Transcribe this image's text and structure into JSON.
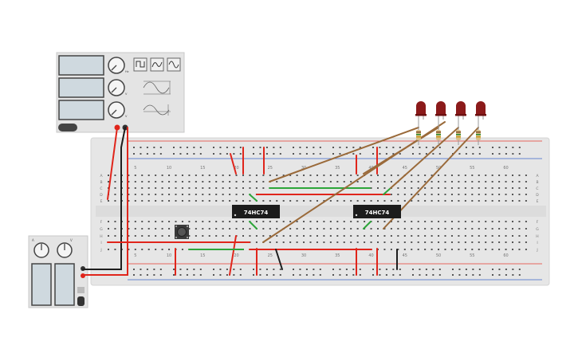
{
  "function_generator": {
    "waveforms": [
      "square",
      "triangle",
      "sine"
    ],
    "knob_labels": [
      "Hz",
      "V",
      "V"
    ]
  },
  "power_supply": {
    "knob_labels": [
      "A",
      "V"
    ]
  },
  "breadboard": {
    "column_numbers": [
      "5",
      "10",
      "15",
      "20",
      "25",
      "30",
      "35",
      "40",
      "45",
      "50",
      "55",
      "60"
    ],
    "row_letters_top": [
      "A",
      "B",
      "C",
      "D",
      "E"
    ],
    "row_letters_bottom": [
      "F",
      "G",
      "H",
      "I",
      "J"
    ]
  },
  "chips": [
    {
      "label": "74HC74"
    },
    {
      "label": "74HC74"
    }
  ],
  "leds": {
    "count": 4,
    "color": "#8b1a1a"
  },
  "wire_colors": {
    "red": "#e0251b",
    "black": "#1e1e1e",
    "green": "#2da53a",
    "brown": "#9a6a3a"
  }
}
